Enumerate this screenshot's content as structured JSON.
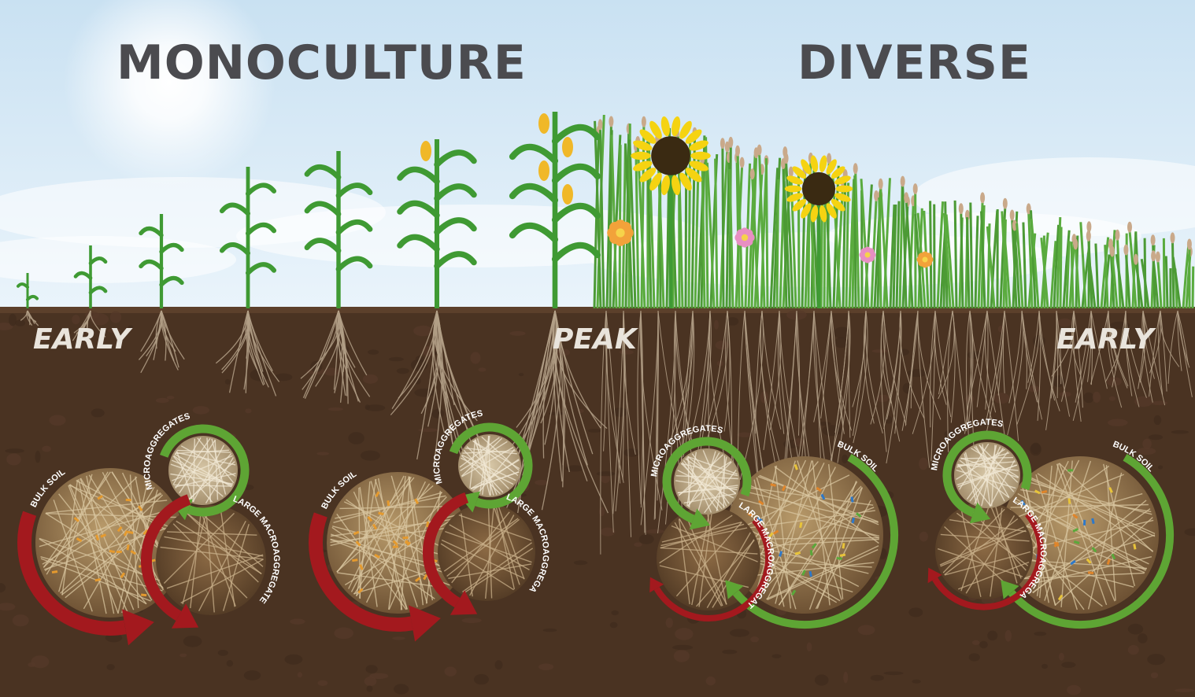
{
  "titles": {
    "left": "MONOCULTURE",
    "right": "DIVERSE"
  },
  "stages": {
    "left_early": "EARLY",
    "peak": "PEAK",
    "right_early": "EARLY"
  },
  "cycle_labels": {
    "bulk_soil": "BULK SOIL",
    "microaggregates": "MICROAGGREGATES",
    "large_macroaggregates": "LARGE MACROAGGREGATES"
  },
  "colors": {
    "sky_top": "#c9e1f2",
    "sky_bottom": "#eaf4fb",
    "soil": "#4a3322",
    "soil_top": "#5c402b",
    "title_text": "#4b4b4f",
    "stage_text": "#e9e4dc",
    "arrow_red": "#a3191e",
    "arrow_green": "#5ea534",
    "plant_green": "#3f9a33",
    "grass_green": "#4c9a35",
    "root": "#b3a087",
    "corn_yellow": "#f0b828",
    "sunflower_petal": "#f5d312",
    "sunflower_center": "#3a2a12",
    "flower_pink": "#e88fc2",
    "flower_orange": "#f2a23a"
  },
  "icons": [
    "sun-icon",
    "corn-plant-icon",
    "sunflower-icon",
    "flower-icon",
    "cycle-arrow-icon"
  ]
}
